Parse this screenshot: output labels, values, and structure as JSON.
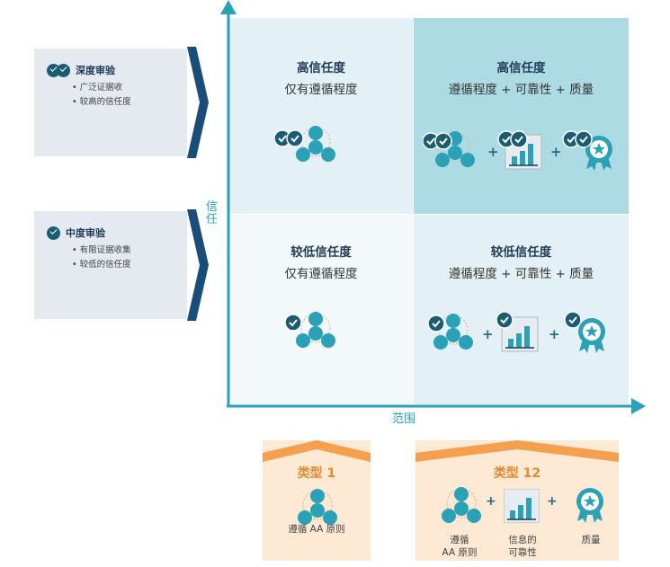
{
  "panels": [
    {
      "title": "深度审验",
      "items": [
        "广泛证据收",
        "较高的信任度"
      ]
    },
    {
      "title": "中度审验",
      "items": [
        "有限证据收集",
        "较低的信任度"
      ]
    }
  ],
  "axes": {
    "y_label": "信任",
    "x_label": "范围"
  },
  "quadrants": {
    "top_left": {
      "title": "高信任度",
      "subtitle": "仅有遵循程度"
    },
    "top_right": {
      "title": "高信任度",
      "subtitle": "遵循程度 + 可靠性 + 质量"
    },
    "bottom_left": {
      "title": "较低信任度",
      "subtitle": "仅有遵循程度"
    },
    "bottom_right": {
      "title": "较低信任度",
      "subtitle": "遵循程度 + 可靠性 + 质量"
    }
  },
  "types": {
    "type1": {
      "title": "类型 1",
      "caption": "遵循 AA 原则"
    },
    "type12": {
      "title": "类型 12",
      "caption_1a": "遵循",
      "caption_1b": "AA 原则",
      "caption_2a": "信息的",
      "caption_2b": "可靠性",
      "caption_3": "质量"
    }
  },
  "colors": {
    "teal": "#2aa1b7",
    "navy": "#1f3b57",
    "orange": "#f4a04f"
  }
}
